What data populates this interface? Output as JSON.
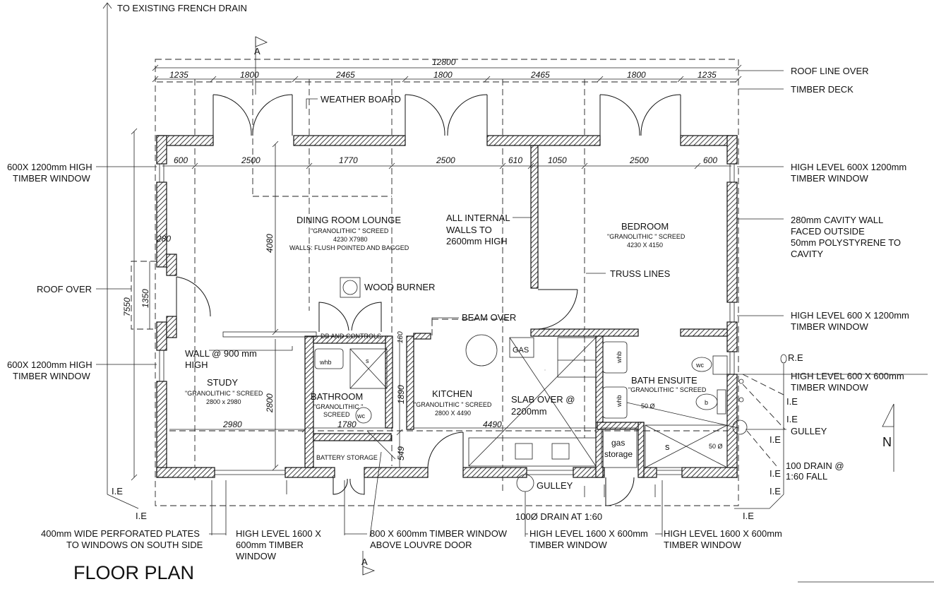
{
  "title": "FLOOR PLAN",
  "north": "N",
  "section_mark": "A",
  "labels": {
    "french_drain": "TO EXISTING FRENCH DRAIN",
    "roof_line_over": "ROOF LINE OVER",
    "timber_deck": "TIMBER DECK",
    "weather_board": "WEATHER BOARD",
    "left_window_top_1": "600X 1200mm HIGH",
    "left_window_top_2": "TIMBER WINDOW",
    "left_window_bot_1": "600X 1200mm HIGH",
    "left_window_bot_2": "TIMBER WINDOW",
    "roof_over": "ROOF OVER",
    "right_window_1a": "HIGH LEVEL 600X 1200mm",
    "right_window_1b": "TIMBER WINDOW",
    "cavity_1": "280mm CAVITY WALL",
    "cavity_2": "FACED OUTSIDE",
    "cavity_3": "50mm POLYSTYRENE TO",
    "cavity_4": "CAVITY",
    "right_window_2a": "HIGH LEVEL 600 X 1200mm",
    "right_window_2b": "TIMBER WINDOW",
    "right_window_3a": "HIGH LEVEL 600 X 600mm",
    "right_window_3b": "TIMBER WINDOW",
    "re": "R.E",
    "ie": "I.E",
    "gulley": "GULLEY",
    "drain_100_a": "100 DRAIN @",
    "drain_100_b": "1:60 FALL",
    "internal_walls_1": "ALL INTERNAL",
    "internal_walls_2": "WALLS TO",
    "internal_walls_3": "2600mm HIGH",
    "truss_lines": "TRUSS LINES",
    "beam_over": "BEAM OVER",
    "wood_burner": "WOOD BURNER",
    "db_controls": "DB AND CONTROLS",
    "wall_900_1": "WALL @ 900 mm",
    "wall_900_2": "HIGH",
    "slab_over_1": "SLAB OVER @",
    "slab_over_2": "2200mm",
    "gas": "GAS",
    "gas_storage_1": "gas",
    "gas_storage_2": "storage",
    "battery_storage": "BATTERY STORAGE",
    "gulley_bottom": "GULLEY",
    "drain_bottom": "100Ø DRAIN AT 1:60",
    "perforated_1": "400mm WIDE PERFORATED PLATES",
    "perforated_2": "TO WINDOWS ON SOUTH SIDE",
    "hl_window_1a": "HIGH LEVEL 1600 X",
    "hl_window_1b": "600mm TIMBER",
    "hl_window_1c": "WINDOW",
    "louvre_1": "800 X 600mm TIMBER WINDOW",
    "louvre_2": "ABOVE LOUVRE DOOR",
    "hl_window_2a": "HIGH LEVEL 1600 X 600mm",
    "hl_window_2b": "TIMBER WINDOW",
    "hl_window_3a": "HIGH LEVEL 1600 X 600mm",
    "hl_window_3b": "TIMBER WINDOW"
  },
  "rooms": {
    "dining": {
      "name": "DINING ROOM LOUNGE",
      "finish": "\"GRANOLITHIC \" SCREED",
      "size": "4230 X7980",
      "walls": "WALLS: FLUSH POINTED AND BAGGED"
    },
    "bedroom": {
      "name": "BEDROOM",
      "finish": "\"GRANOLITHIC \" SCREED",
      "size": "4230 X 4150"
    },
    "study": {
      "name": "STUDY",
      "finish": "\"GRANOLITHIC \" SCREED",
      "size": "2800 x 2980"
    },
    "bathroom": {
      "name": "BATHROOM",
      "finish": "\"GRANOLITHIC \"",
      "finish2": "SCREED"
    },
    "kitchen": {
      "name": "KITCHEN",
      "finish": "\"GRANOLITHIC \" SCREED",
      "size": "2800 X 4490"
    },
    "ensuite": {
      "name": "BATH ENSUITE",
      "finish": "\"GRANOLITHIC \" SCREED"
    }
  },
  "fixtures": {
    "whb": "whb",
    "wc": "wc",
    "shower": "s",
    "bath": "b",
    "diam": "50 Ø"
  },
  "dimensions": {
    "overall": "12800",
    "top": [
      "1235",
      "1800",
      "2465",
      "1800",
      "2465",
      "1800",
      "1235"
    ],
    "inner": [
      "600",
      "2500",
      "1770",
      "2500",
      "610",
      "1050",
      "2500",
      "600"
    ],
    "side_7550": "7550",
    "side_1350": "1350",
    "side_280": "280",
    "v_4080": "4080",
    "v_2800": "2800",
    "h_2980": "2980",
    "h_1780": "1780",
    "h_4490": "4490",
    "v_1890": "1890",
    "v_549": "549",
    "v_180": "180"
  }
}
